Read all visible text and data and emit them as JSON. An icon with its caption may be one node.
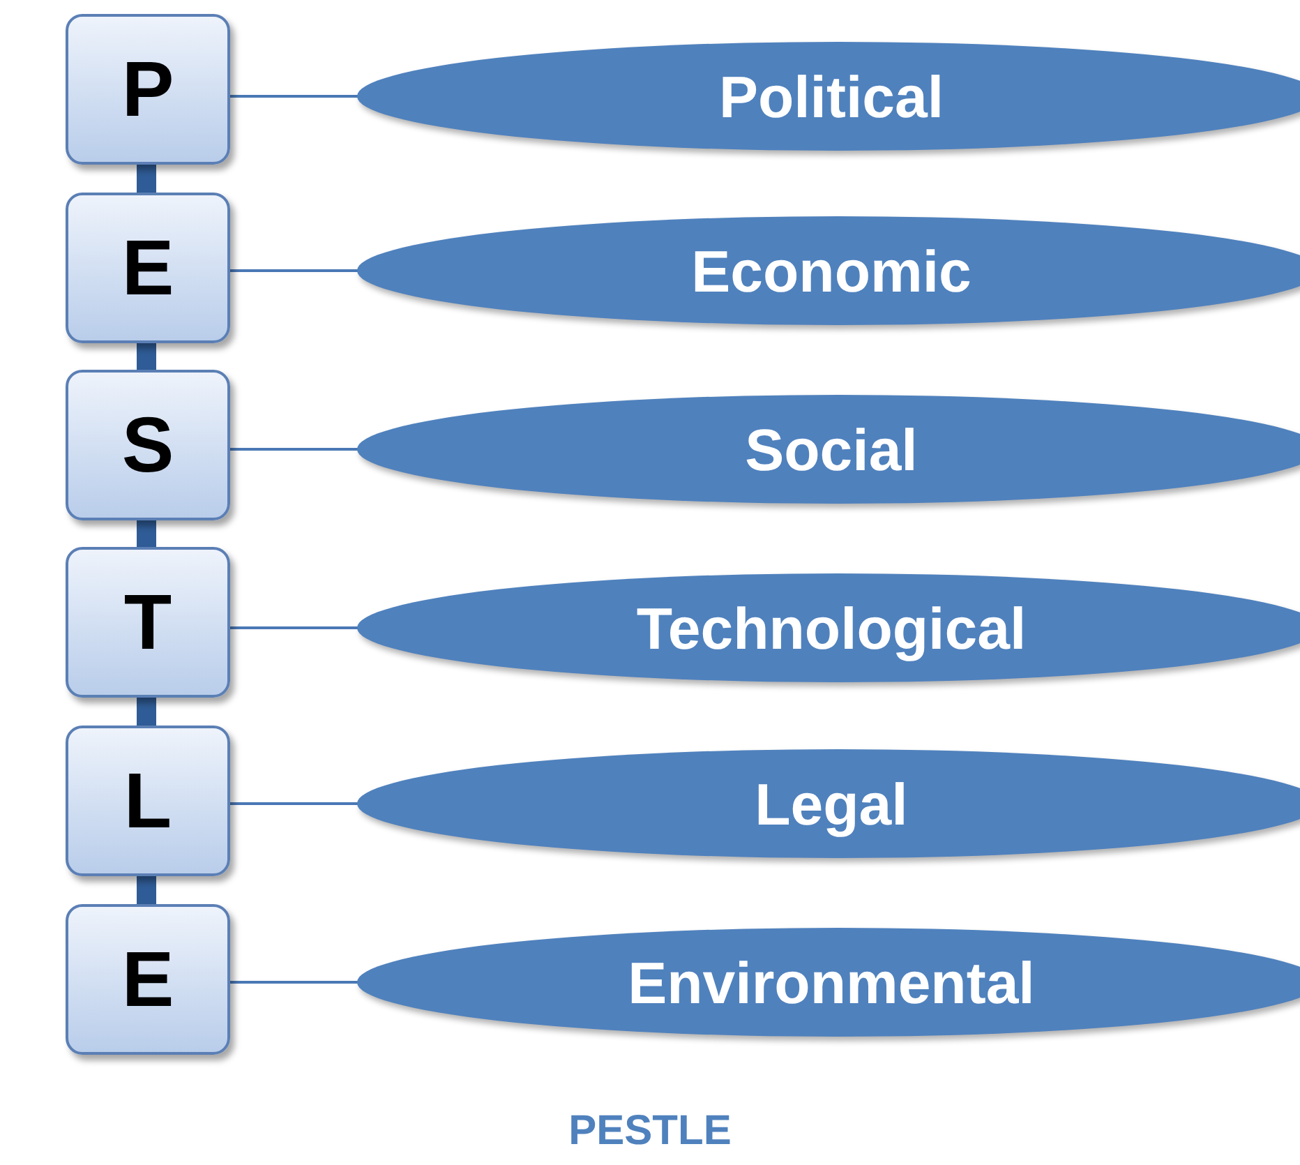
{
  "diagram": {
    "caption": "PESTLE",
    "nodes": [
      {
        "text": [
          "P"
        ]
      },
      {
        "text": [
          "E"
        ]
      },
      {
        "text": [
          "S"
        ]
      },
      {
        "text": [
          "T"
        ]
      },
      {
        "text": [
          "L"
        ]
      },
      {
        "text": [
          "E"
        ]
      },
      {
        "text": [
          "Political"
        ]
      },
      {
        "text": [
          "Economic"
        ]
      },
      {
        "text": [
          "Social"
        ]
      },
      {
        "text": [
          "Technological"
        ]
      },
      {
        "text": [
          "Legal"
        ]
      },
      {
        "text": [
          "Environmental"
        ]
      }
    ],
    "edges": [
      {
        "from": 0,
        "to": 6,
        "arrow": "none"
      },
      {
        "from": 1,
        "to": 7,
        "arrow": "none"
      },
      {
        "from": 2,
        "to": 8,
        "arrow": "none"
      },
      {
        "from": 3,
        "to": 9,
        "arrow": "none"
      },
      {
        "from": 4,
        "to": 10,
        "arrow": "none"
      },
      {
        "from": 5,
        "to": 11,
        "arrow": "none"
      },
      {
        "from": 0,
        "to": 1,
        "arrow": "none",
        "style": "thick"
      },
      {
        "from": 1,
        "to": 2,
        "arrow": "none",
        "style": "thick"
      },
      {
        "from": 2,
        "to": 3,
        "arrow": "none",
        "style": "thick"
      },
      {
        "from": 3,
        "to": 4,
        "arrow": "none",
        "style": "thick"
      },
      {
        "from": 4,
        "to": 5,
        "arrow": "none",
        "style": "thick"
      }
    ]
  }
}
